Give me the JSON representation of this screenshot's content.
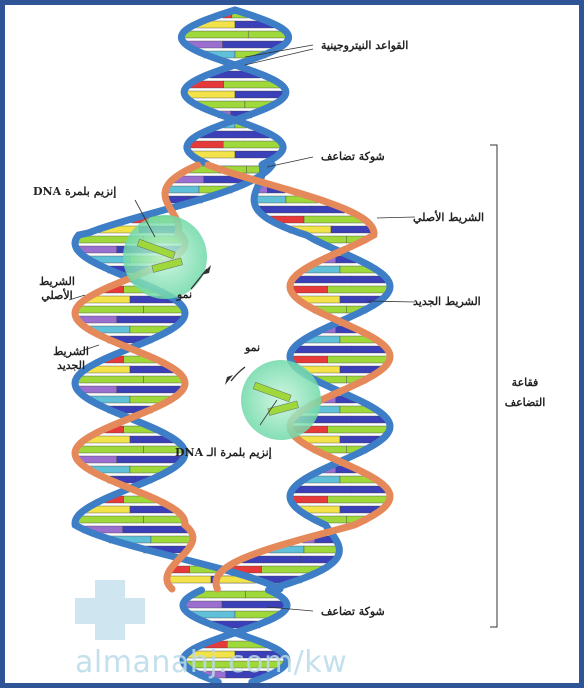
{
  "labels": {
    "bases": "القواعد النيتروجينية",
    "fork_top": "شوكة تضاعف",
    "enzyme_top": "إنزيم بلمرة DNA",
    "parent_right": "الشريط الأصلي",
    "parent_left": "الشريط الأصلي",
    "growth_left": "نمو",
    "new_right": "الشريط الجديد",
    "new_left": "الشريط الجديد",
    "growth_right": "نمو",
    "bubble": "فقاعة التضاعف",
    "enzyme_bottom": "إنزيم بلمرة الـ DNA",
    "fork_bottom": "شوكة تضاعف"
  },
  "watermark": {
    "text": "almanahj.com/kw"
  },
  "colors": {
    "frame": "#2f5597",
    "parent_strand": "#3d7ec6",
    "new_strand": "#e5895a",
    "enzyme": "#7fe0b0",
    "base_colors": [
      "#e63a3a",
      "#f2e34a",
      "#9fd83a",
      "#9a6fd0",
      "#5fc0d8",
      "#3b3fb8"
    ]
  }
}
